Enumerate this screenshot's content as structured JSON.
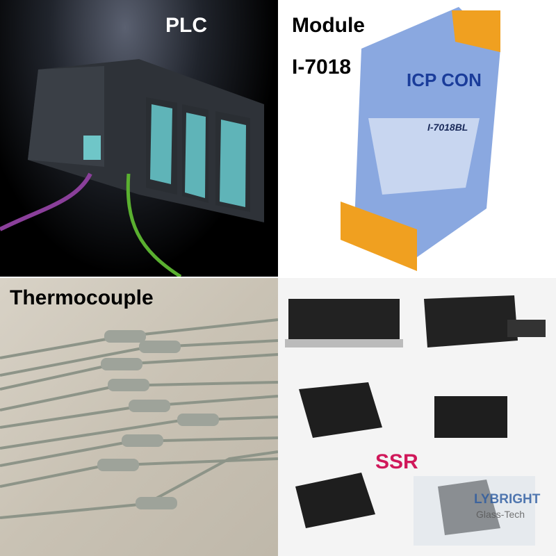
{
  "labels": {
    "plc": "PLC",
    "module_line1": "Module",
    "module_line2": "I-7018",
    "thermocouple": "Thermocouple",
    "ssr": "SSR"
  },
  "module_device": {
    "brand": "ICP CON",
    "model": "I-7018BL"
  },
  "watermark": {
    "line1": "LYBRIGHT",
    "line2": "Glass-Tech"
  },
  "colors": {
    "label_white": "#ffffff",
    "label_black": "#000000",
    "ssr_label": "#d0185a",
    "module_blue": "#8aa8e0",
    "terminal_orange": "#f0a020"
  }
}
